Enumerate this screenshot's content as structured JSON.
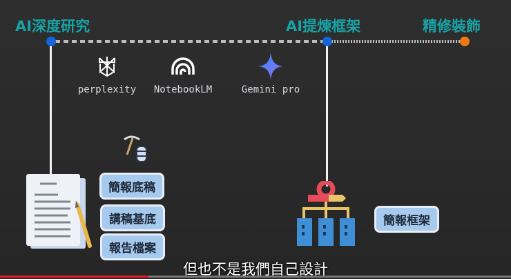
{
  "stages": [
    {
      "title": "AI深度研究",
      "color": "#1565d8"
    },
    {
      "title": "AI提煉框架",
      "color": "#1565d8"
    },
    {
      "title": "精修裝飾",
      "color": "#f07a12"
    }
  ],
  "title_color": "#17a3a6",
  "tools": [
    {
      "label": "perplexity",
      "icon": "perplexity-icon"
    },
    {
      "label": "NotebookLM",
      "icon": "notebooklm-icon"
    },
    {
      "label": "Gemini pro",
      "icon": "gemini-icon"
    }
  ],
  "research_outputs": [
    "簡報底稿",
    "講稿基底",
    "報告檔案"
  ],
  "framework_output": "簡報框架",
  "subtitle": "但也不是我們自己設計",
  "video_progress_percent": 29
}
